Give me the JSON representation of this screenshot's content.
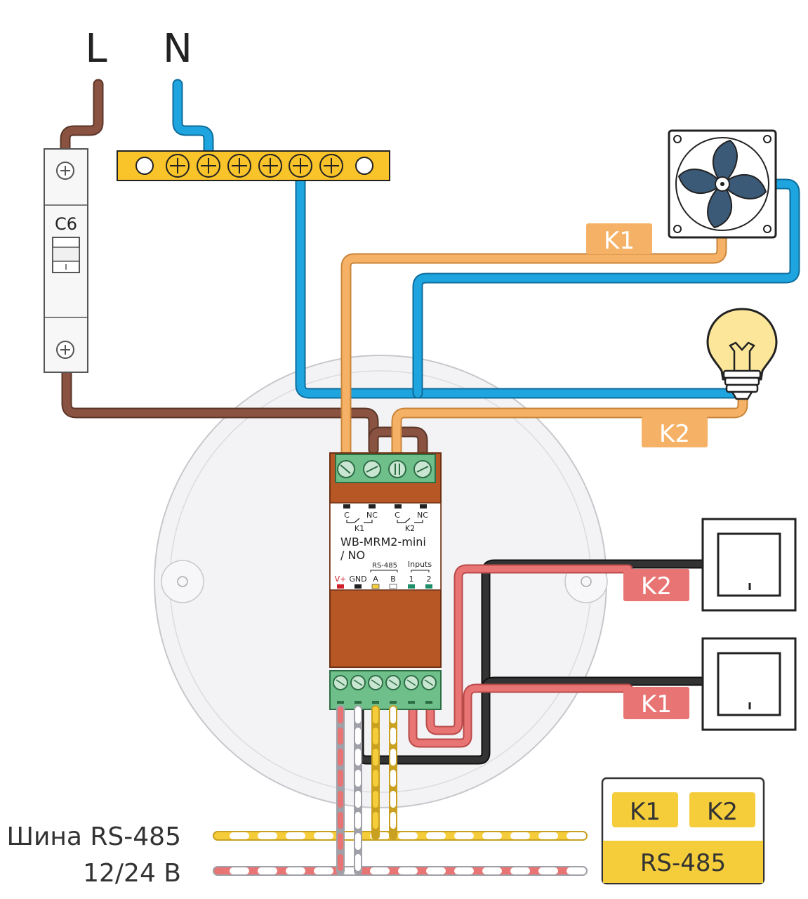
{
  "mains": {
    "line": "L",
    "neutral": "N"
  },
  "breaker": {
    "rating": "C6"
  },
  "channels": {
    "k1": "K1",
    "k2": "K2"
  },
  "module": {
    "name_line1": "WB-MRM2-mini",
    "name_line2": "/ NO",
    "relay_c": "C",
    "relay_nc": "NC",
    "k1": "K1",
    "k2": "K2",
    "rs485": "RS-485",
    "inputs": "Inputs",
    "pins": [
      "V+",
      "GND",
      "A",
      "B",
      "1",
      "2"
    ]
  },
  "bus": {
    "label_line1": "Шина RS-485",
    "label_line2": "12/24  В"
  },
  "legend": {
    "k1": "K1",
    "k2": "K2",
    "rs485": "RS-485"
  },
  "colors": {
    "line_brown": "#8a5241",
    "neutral_blue": "#1ea5e0",
    "k_orange": "#f5b266",
    "switch_red": "#e87473",
    "input_black": "#333333",
    "module_body": "#b85726",
    "terminal_green": "#6fbf8a",
    "bus_yellow": "#f5cd3a",
    "fan_blue": "#3a5a78",
    "bulb_yellow": "#fbe69a"
  }
}
